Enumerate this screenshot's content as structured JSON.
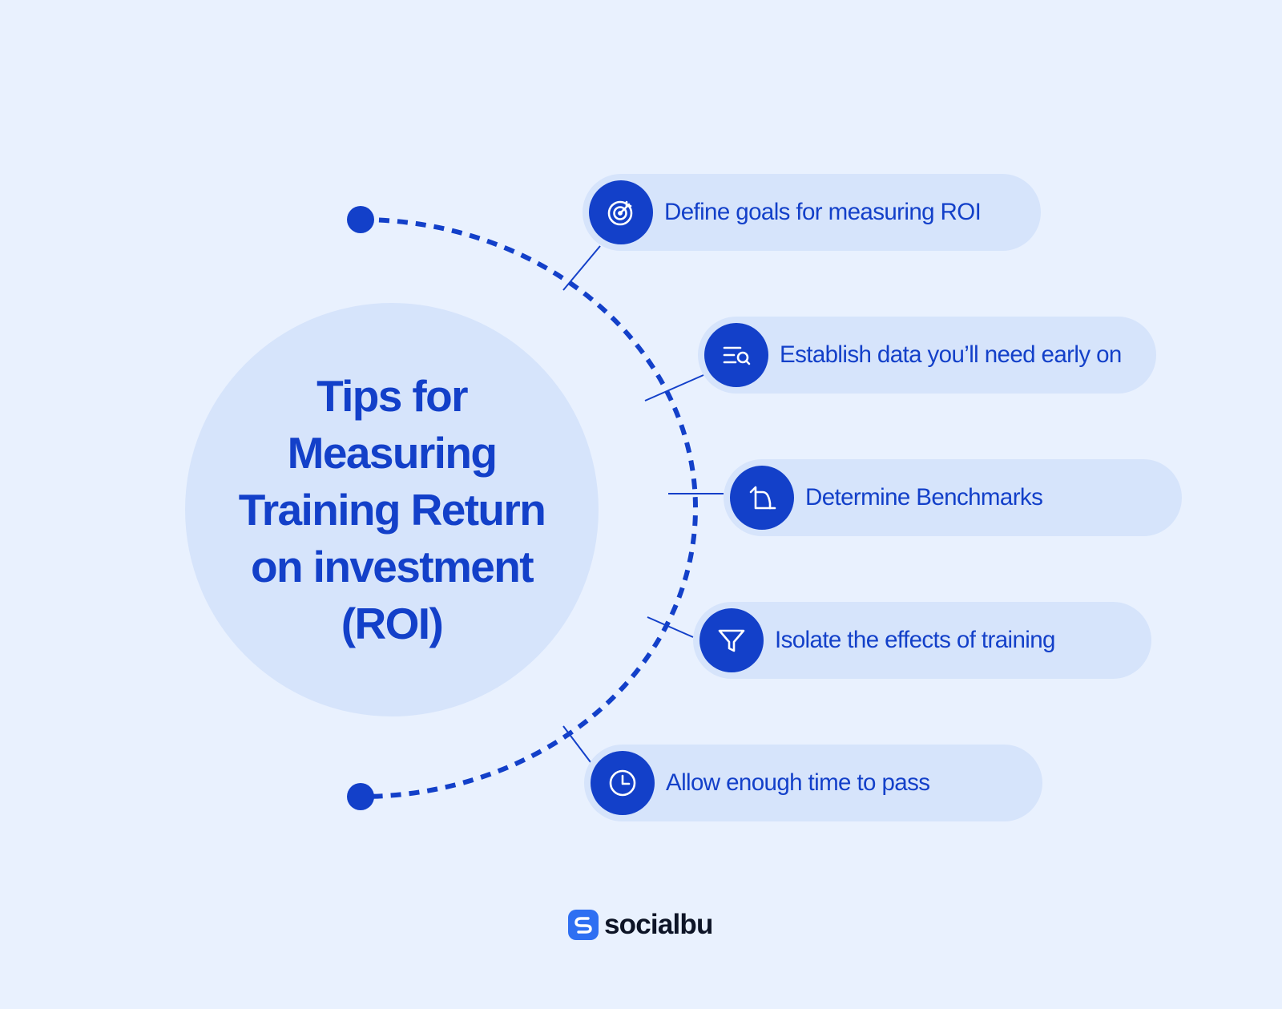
{
  "title": "Tips for\nMeasuring\nTraining Return\non investment\n(ROI)",
  "colors": {
    "background": "#e9f1fe",
    "panel": "#d6e4fb",
    "accent": "#1340c9",
    "brand_accent": "#2e6ff2",
    "brand_text": "#0d1426"
  },
  "tips": [
    {
      "label": "Define goals for measuring ROI",
      "icon": "target-icon"
    },
    {
      "label": "Establish data you’ll need early on",
      "icon": "data-search-icon"
    },
    {
      "label": "Determine Benchmarks",
      "icon": "crop-icon"
    },
    {
      "label": "Isolate the effects of training",
      "icon": "filter-icon"
    },
    {
      "label": "Allow enough time to pass",
      "icon": "clock-icon"
    }
  ],
  "brand": {
    "name": "socialbu",
    "logo_icon": "socialbu-logo-icon"
  }
}
